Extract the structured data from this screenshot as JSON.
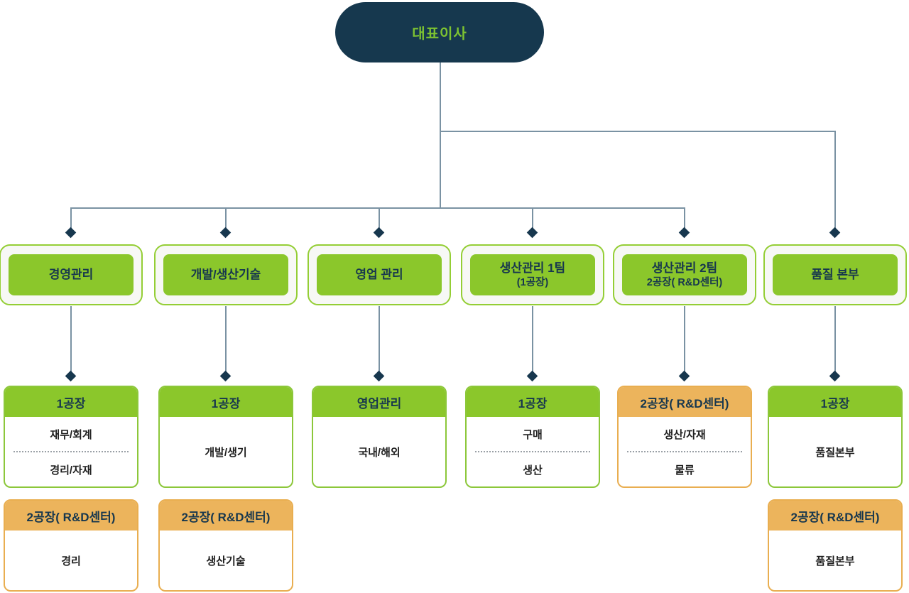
{
  "root": {
    "label": "대표이사"
  },
  "colors": {
    "navy": "#16384E",
    "ceo_text_green": "#7DC331",
    "green": "#8BC72B",
    "green_border": "#94CE35",
    "orange": "#ECB45C",
    "orange_border": "#E9AE50",
    "line": "#7A92A3"
  },
  "departments": [
    {
      "label": "경영관리",
      "cards": [
        {
          "variant": "green",
          "title": "1공장",
          "items": [
            "재무/회계",
            "경리/자재"
          ]
        },
        {
          "variant": "orange",
          "title": "2공장( R&D센터)",
          "items": [
            "경리"
          ]
        }
      ]
    },
    {
      "label": "개발/생산기술",
      "cards": [
        {
          "variant": "green",
          "title": "1공장",
          "items": [
            "개발/생기"
          ]
        },
        {
          "variant": "orange",
          "title": "2공장( R&D센터)",
          "items": [
            "생산기술"
          ]
        }
      ]
    },
    {
      "label": "영업 관리",
      "cards": [
        {
          "variant": "green",
          "title": "영업관리",
          "items": [
            "국내/해외"
          ]
        }
      ]
    },
    {
      "label": "생산관리 1팀",
      "sublabel": "(1공장)",
      "cards": [
        {
          "variant": "green",
          "title": "1공장",
          "items": [
            "구매",
            "생산"
          ]
        }
      ]
    },
    {
      "label": "생산관리 2팀",
      "sublabel": "2공장( R&D센터)",
      "cards": [
        {
          "variant": "orange",
          "title": "2공장( R&D센터)",
          "items": [
            "생산/자재",
            "물류"
          ]
        }
      ]
    },
    {
      "label": "품질 본부",
      "cards": [
        {
          "variant": "green",
          "title": "1공장",
          "items": [
            "품질본부"
          ]
        },
        {
          "variant": "orange",
          "title": "2공장( R&D센터)",
          "items": [
            "품질본부"
          ]
        }
      ]
    }
  ]
}
